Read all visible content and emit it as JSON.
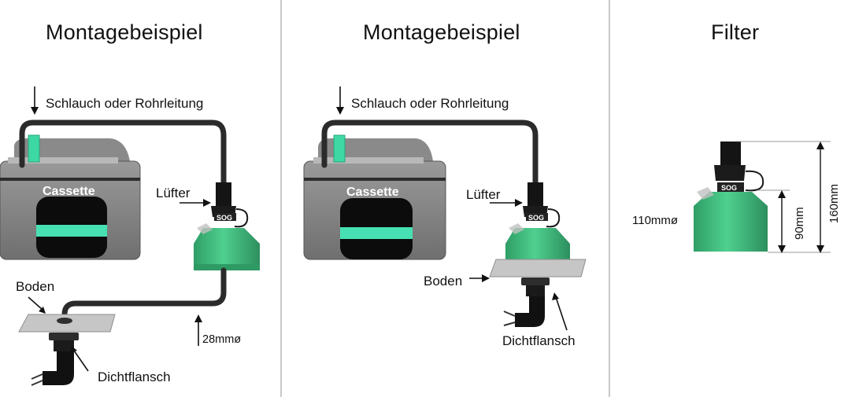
{
  "panels": [
    {
      "title": "Montagebeispiel",
      "labels": {
        "hose": "Schlauch oder Rohrleitung",
        "unit": "Cassette",
        "fan": "Lüfter",
        "floor": "Boden",
        "flange": "Dichtflansch",
        "diameter": "28mmø"
      }
    },
    {
      "title": "Montagebeispiel",
      "labels": {
        "hose": "Schlauch oder Rohrleitung",
        "unit": "Cassette",
        "fan": "Lüfter",
        "floor": "Boden",
        "flange": "Dichtflansch"
      }
    },
    {
      "title": "Filter",
      "labels": {
        "diameter": "110mmø",
        "height_body": "90mm",
        "height_total": "160mm"
      }
    }
  ],
  "brand_mark": "SOG",
  "colors": {
    "pipe": "#2a2a2a",
    "cassette": "#7d7d7d",
    "cassette_dark": "#3a3a3a",
    "accent_green": "#3fe0b0",
    "filter_green": "#3dbe7e",
    "floor": "#bdbdbd",
    "divider": "#c8c8c8"
  }
}
